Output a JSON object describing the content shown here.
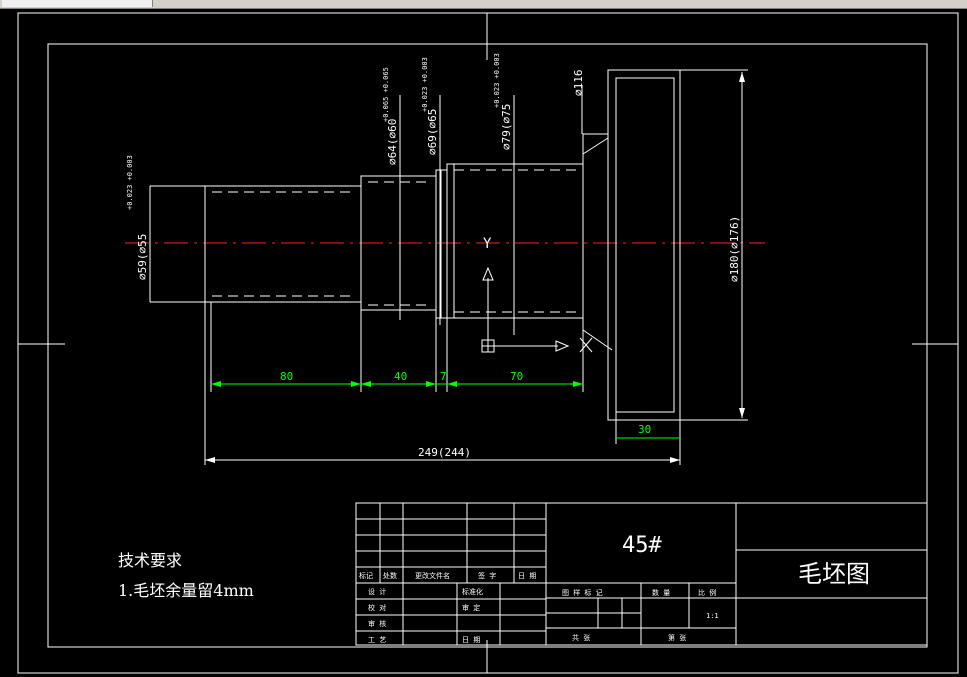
{
  "dims": {
    "d80": "80",
    "d40": "40",
    "d7": "7",
    "d70": "70",
    "d30": "30",
    "total": "249(244)",
    "dia_left": "⌀59(⌀55",
    "dia_left_tol": "+0.023 +0.003",
    "dia_64": "⌀64(⌀60",
    "dia_64_tol": "+0.065 +0.065",
    "dia_65": "⌀69(⌀65",
    "dia_65_tol": "+0.023 +0.003",
    "dia_79": "⌀79(⌀75",
    "dia_79_tol": "+0.023 +0.003",
    "dia_116": "⌀116",
    "dia_180": "⌀180(⌀176)"
  },
  "ucs": {
    "y_label": "Y"
  },
  "notes": {
    "title": "技术要求",
    "item1": "1.毛坯余量留4mm"
  },
  "title_block": {
    "material": "45#",
    "drawing_name": "毛坯图",
    "header_row": [
      "标记",
      "处数",
      "更改文件名",
      "签 字",
      "日 期"
    ],
    "rows": [
      [
        "设 计",
        "标准化"
      ],
      [
        "校 对",
        "审 定"
      ],
      [
        "审 核",
        ""
      ],
      [
        "工 艺",
        "日 期"
      ]
    ],
    "stage_labels": [
      "图 样 标 记",
      "数 量",
      "比 例"
    ],
    "scale": "1:1",
    "total_sheets": "共  张",
    "sheet_no": "第 张"
  }
}
